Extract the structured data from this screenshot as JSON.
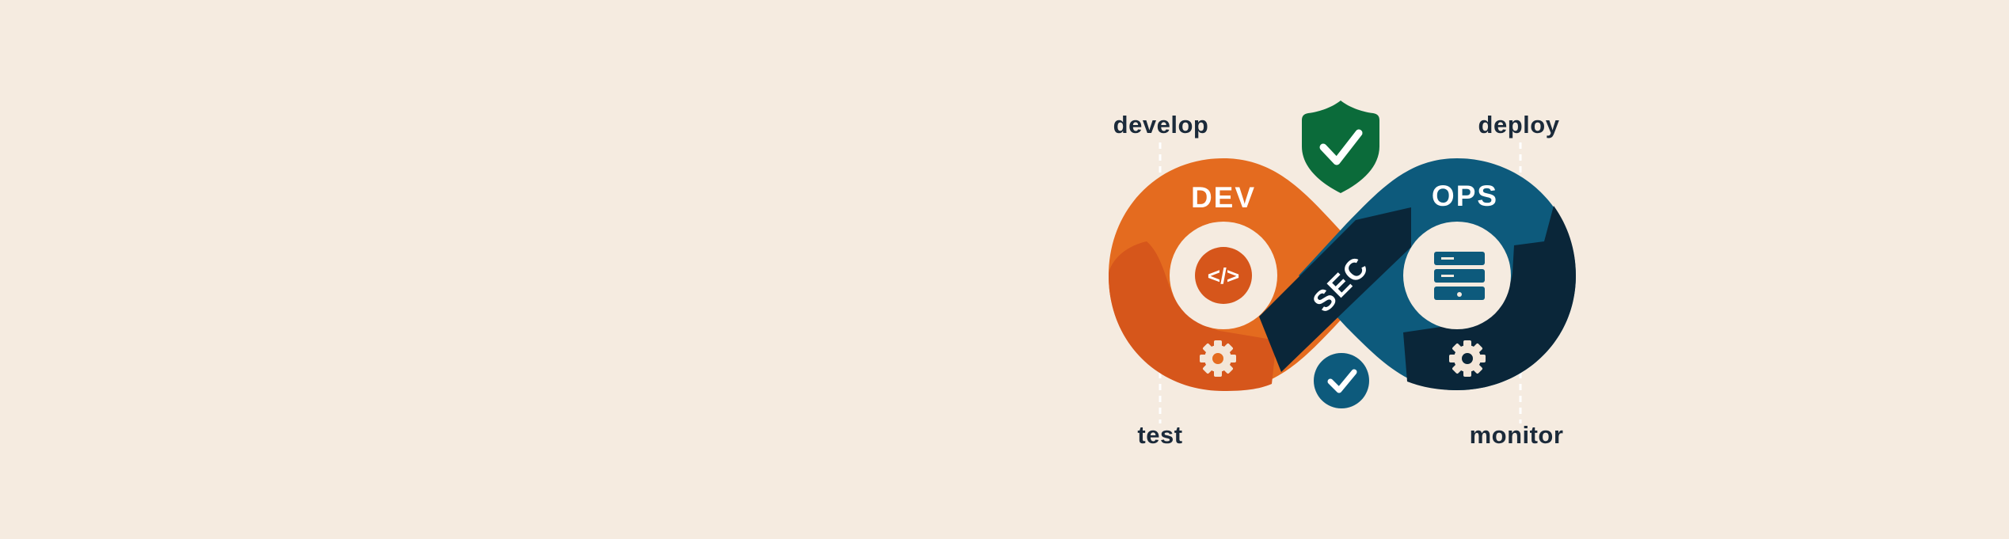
{
  "diagram": {
    "stages": {
      "develop": "develop",
      "deploy": "deploy",
      "test": "test",
      "monitor": "monitor"
    },
    "loops": {
      "dev": "DEV",
      "sec": "SEC",
      "ops": "OPS"
    },
    "code_glyph": "</>",
    "colors": {
      "background": "#f5ebe0",
      "dev_orange": "#e46b1f",
      "dev_orange_dark": "#d6561b",
      "ops_blue": "#0d5a7c",
      "sec_navy": "#0a2639",
      "shield_green": "#0b6b3a",
      "text_dark": "#1b2a3a",
      "inner_circle": "#f5ebe0"
    },
    "icons": [
      "shield-check-icon",
      "code-icon",
      "gear-icon",
      "server-icon",
      "check-circle-icon"
    ]
  }
}
